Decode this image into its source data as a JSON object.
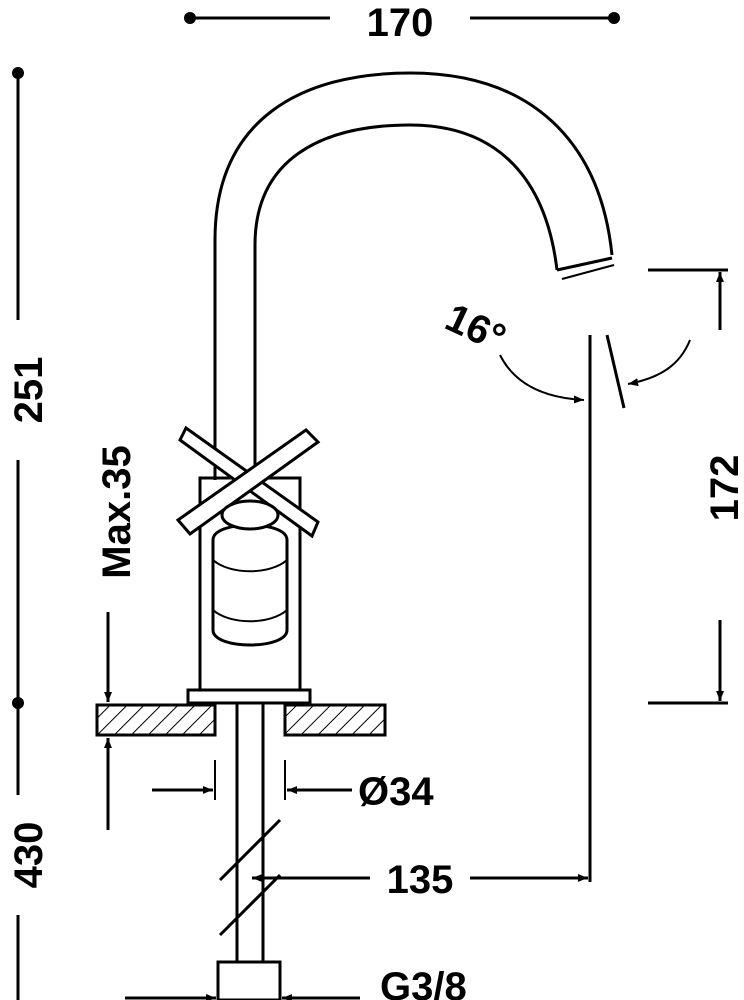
{
  "dimensions": {
    "width": "170",
    "height_total": "251",
    "depth_below": "430",
    "spout_height": "172",
    "angle": "16°",
    "max_thickness": "Max.35",
    "hole_diameter": "Ø34",
    "reach": "135",
    "connection": "G3/8"
  },
  "colors": {
    "line": "#000000",
    "background": "#ffffff"
  }
}
